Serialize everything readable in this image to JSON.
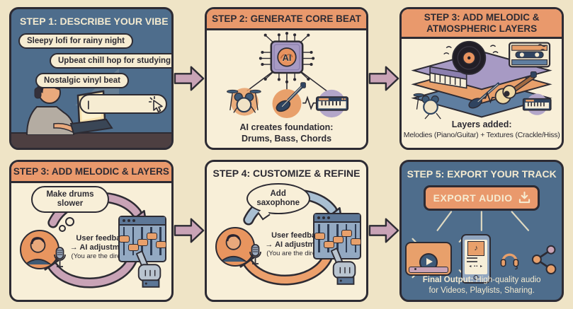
{
  "colors": {
    "page_bg": "#efe4c6",
    "panel_cream": "#f8efd8",
    "panel_blue": "#4e6d8c",
    "header_orange": "#e9996c",
    "outline_dark": "#2d2b33",
    "flow_arrow_mauve": "#c9a3b6",
    "accent_orange": "#e8a06b",
    "accent_purple": "#a79ac4",
    "cycle_arrow_blue": "#a9bfd2",
    "cycle_arrow_orange": "#eca06c"
  },
  "step1": {
    "title": "STEP 1: DESCRIBE YOUR VIBE",
    "bubbles": [
      "Sleepy lofi for rainy night",
      "Upbeat chill hop for studying",
      "Nostalgic vinyl beat"
    ],
    "input": {
      "value": "",
      "cursor": "|"
    }
  },
  "step2": {
    "title": "STEP 2: GENERATE CORE BEAT",
    "chip_label": "AI",
    "caption": [
      "AI creates foundation:",
      "Drums, Bass, Chords"
    ]
  },
  "step3top": {
    "title_line1": "STEP 3: ADD MELODIC &",
    "title_line2": "ATMOSPHERIC LAYERS",
    "caption_bold": "Layers added:",
    "caption": "Melodies (Piano/Guitar) + Textures (Crackle/Hiss)"
  },
  "step3bottom": {
    "title": "STEP 3: ADD MELODIC & LAYERS",
    "thought_bubble": "Make drums slower",
    "feedback": [
      "User feedback",
      "→ AI adjustments",
      "(You are the director)"
    ]
  },
  "step4": {
    "title": "STEP 4: CUSTOMIZE & REFINE",
    "speech_bubble": "Add saxophone",
    "feedback": [
      "User feedback",
      "→ AI adjustments",
      "(You are the director)"
    ]
  },
  "step5": {
    "title": "STEP 5: EXPORT YOUR TRACK",
    "button": "EXPORT AUDIO",
    "caption_bold": "Final Output:",
    "caption_rest": " High-quality audio",
    "caption_line2": "for Videos, Playlists, Sharing."
  }
}
